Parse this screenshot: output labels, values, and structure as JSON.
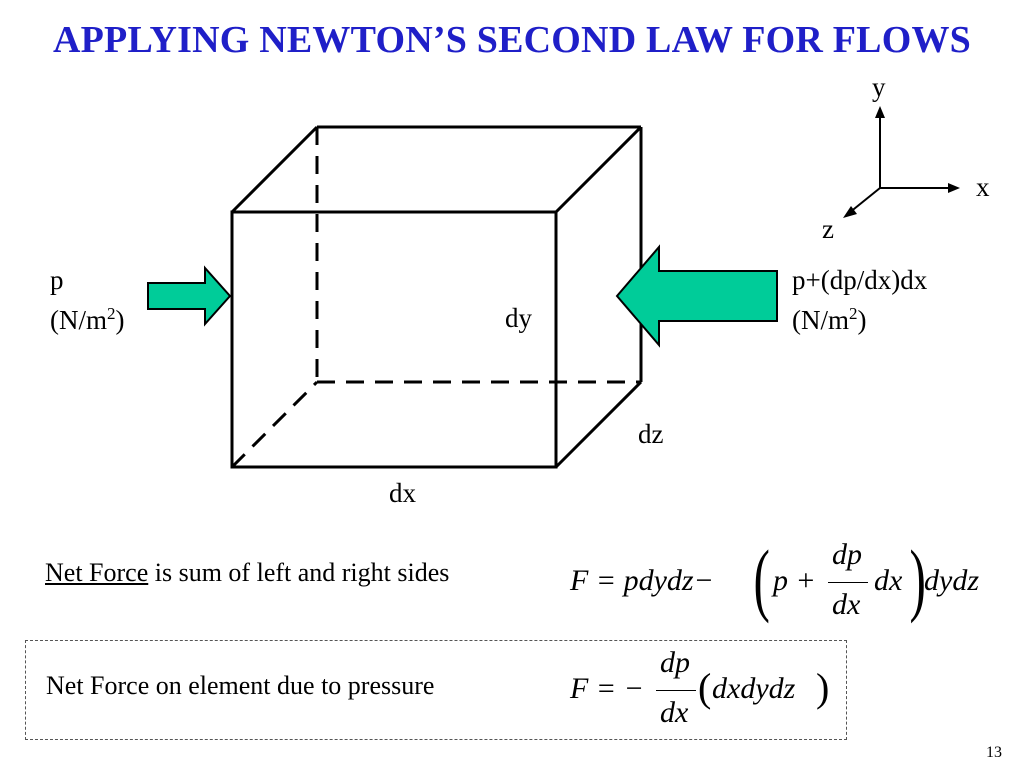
{
  "title": "APPLYING NEWTON’S SECOND LAW FOR FLOWS",
  "axes": {
    "y": "y",
    "x": "x",
    "z": "z"
  },
  "left_side": {
    "p": "p",
    "unit_open": "(N/m",
    "unit_exp": "2",
    "unit_close": ")"
  },
  "right_side": {
    "p": "p+(dp/dx)dx",
    "unit_open": "(N/m",
    "unit_exp": "2",
    "unit_close": ")"
  },
  "dims": {
    "dy": "dy",
    "dz": "dz",
    "dx": "dx"
  },
  "net_force": {
    "term": "Net Force",
    "rest": " is sum of left and right sides",
    "eq_lhs": "F = pdydz−",
    "eq_p_plus": "p +",
    "eq_num": "dp",
    "eq_den": "dx",
    "eq_mid": "dx",
    "eq_tail": "dydz"
  },
  "pressure_force": {
    "text": "Net Force on element due to pressure",
    "eq_lhs": "F = −",
    "eq_num": "dp",
    "eq_den": "dx",
    "eq_paren": "dxdydz"
  },
  "page_number": "13",
  "colors": {
    "title": "#1f1fc8",
    "arrow_fill": "#00cc99",
    "arrow_stroke": "#000000"
  }
}
